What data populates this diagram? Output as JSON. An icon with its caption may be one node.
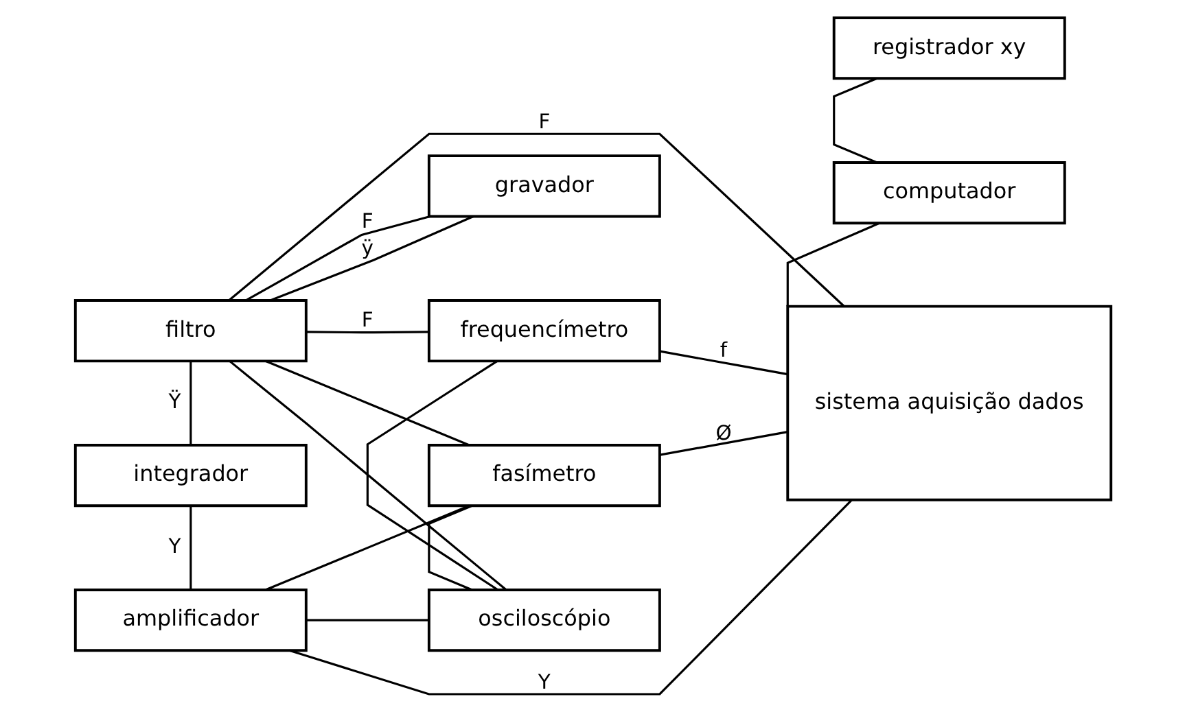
{
  "diagram": {
    "nodes": [
      {
        "text": [
          "registrador xy"
        ]
      },
      {
        "text": [
          "gravador"
        ]
      },
      {
        "text": [
          "filtro"
        ]
      },
      {
        "text": [
          "computador"
        ]
      },
      {
        "text": [
          "frequencímetro"
        ]
      },
      {
        "text": [
          "integrador"
        ]
      },
      {
        "text": [
          "sistema aquisição dados"
        ]
      },
      {
        "text": [
          "fasímetro"
        ]
      },
      {
        "text": [
          "amplificador"
        ]
      },
      {
        "text": [
          "osciloscópio"
        ]
      }
    ],
    "edges": [
      {
        "from": 0,
        "to": 3,
        "arrow": "none"
      },
      {
        "from": 3,
        "to": 6,
        "arrow": "none"
      },
      {
        "from": 1,
        "to": 2,
        "arrow": "none",
        "label": "ÿ"
      },
      {
        "from": 1,
        "to": 2,
        "arrow": "none",
        "label": "F"
      },
      {
        "from": 2,
        "to": 5,
        "arrow": "none",
        "label": "Ÿ"
      },
      {
        "from": 5,
        "to": 8,
        "arrow": "none",
        "label": "Y"
      },
      {
        "from": 2,
        "to": 4,
        "arrow": "none",
        "label": "F"
      },
      {
        "from": 2,
        "to": 6,
        "arrow": "none",
        "label": "F"
      },
      {
        "from": 2,
        "to": 7,
        "arrow": "none"
      },
      {
        "from": 2,
        "to": 9,
        "arrow": "none"
      },
      {
        "from": 4,
        "to": 6,
        "arrow": "none",
        "label": "f"
      },
      {
        "from": 4,
        "to": 9,
        "arrow": "none"
      },
      {
        "from": 7,
        "to": 6,
        "arrow": "none",
        "label": "Ø"
      },
      {
        "from": 7,
        "to": 9,
        "arrow": "none"
      },
      {
        "from": 8,
        "to": 6,
        "arrow": "none",
        "label": "Y"
      },
      {
        "from": 8,
        "to": 7,
        "arrow": "none"
      },
      {
        "from": 8,
        "to": 9,
        "arrow": "none"
      }
    ]
  }
}
